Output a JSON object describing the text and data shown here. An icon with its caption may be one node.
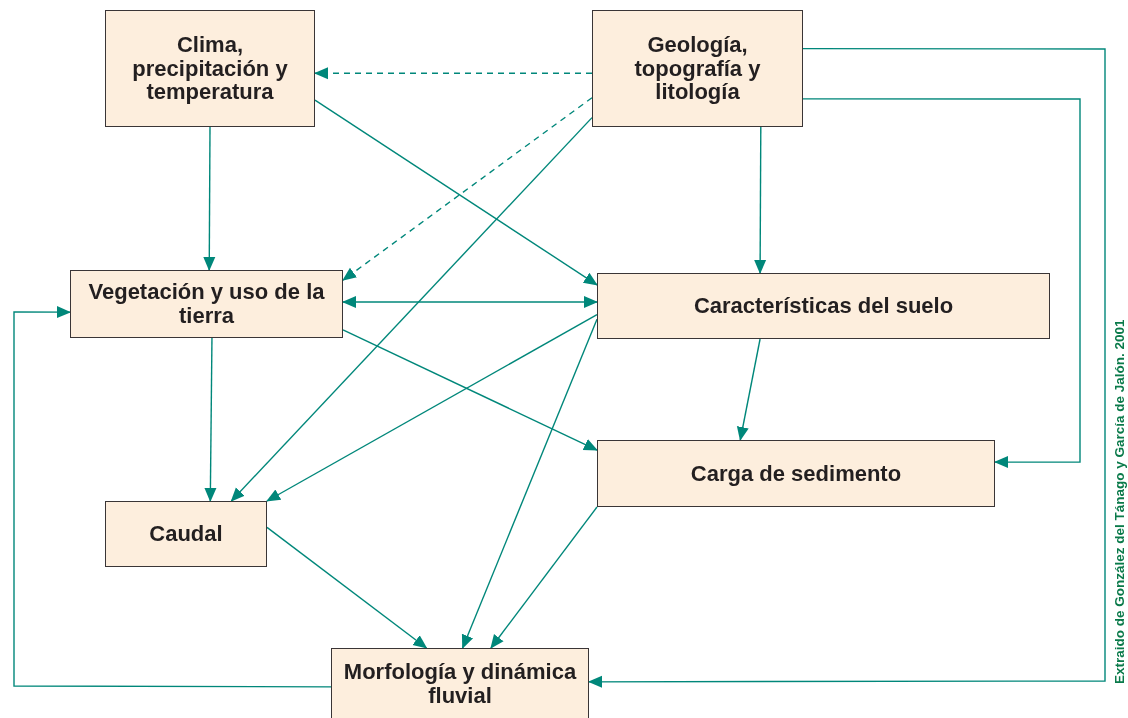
{
  "diagram": {
    "nodes": [
      {
        "text": [
          "Clima, precipitación y temperatura"
        ]
      },
      {
        "text": [
          "Geología, topografía y litología"
        ]
      },
      {
        "text": [
          "Vegetación y uso de la tierra"
        ]
      },
      {
        "text": [
          "Características del suelo"
        ]
      },
      {
        "text": [
          "Caudal"
        ]
      },
      {
        "text": [
          "Carga de sedimento"
        ]
      },
      {
        "text": [
          "Morfología y dinámica fluvial"
        ]
      }
    ],
    "edges": [
      {
        "from": 1,
        "to": 0,
        "arrow": "to",
        "style": "dashed"
      },
      {
        "from": 1,
        "to": 2,
        "arrow": "to",
        "style": "dashed"
      },
      {
        "from": 1,
        "to": 4,
        "arrow": "to"
      },
      {
        "from": 1,
        "to": 3,
        "arrow": "to"
      },
      {
        "from": 1,
        "to": 5,
        "arrow": "to"
      },
      {
        "from": 1,
        "to": 6,
        "arrow": "to"
      },
      {
        "from": 0,
        "to": 2,
        "arrow": "to"
      },
      {
        "from": 0,
        "to": 3,
        "arrow": "to"
      },
      {
        "from": 2,
        "to": 3,
        "arrow": "both"
      },
      {
        "from": 2,
        "to": 4,
        "arrow": "to"
      },
      {
        "from": 2,
        "to": 5,
        "arrow": "to"
      },
      {
        "from": 3,
        "to": 4,
        "arrow": "to"
      },
      {
        "from": 3,
        "to": 6,
        "arrow": "to"
      },
      {
        "from": 3,
        "to": 5,
        "arrow": "to"
      },
      {
        "from": 5,
        "to": 6,
        "arrow": "to"
      },
      {
        "from": 4,
        "to": 6,
        "arrow": "to"
      },
      {
        "from": 6,
        "to": 2,
        "arrow": "to"
      }
    ],
    "labels": [
      "Extraido de González del Tánago y García de Jalón. 2001"
    ]
  }
}
